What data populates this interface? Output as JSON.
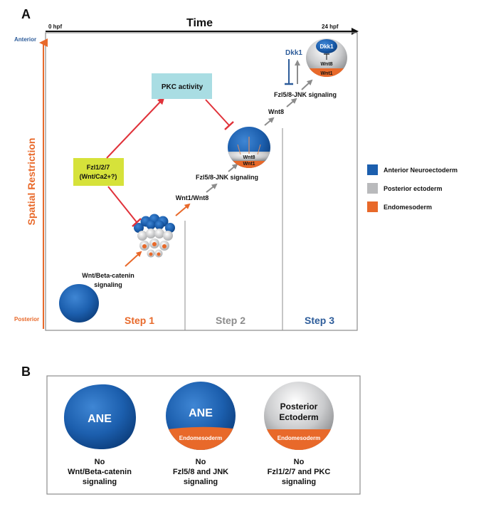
{
  "panel_a": {
    "panel_label": "A",
    "time_title": "Time",
    "time_start": "0 hpf",
    "time_end": "24 hpf",
    "axis_anterior": "Anterior",
    "axis_title": "Spatial Restriction",
    "axis_posterior": "Posterior",
    "step1": "Step 1",
    "step2": "Step 2",
    "step3": "Step 3",
    "fzl127_line1": "Fzl1/2/7",
    "fzl127_line2": "(Wnt/Ca2+?)",
    "pkc_activity": "PKC activity",
    "wnt_beta_line1": "Wnt/Beta-catenin",
    "wnt_beta_line2": "signaling",
    "wnt1_wnt8": "Wnt1/Wnt8",
    "fzl58_jnk_step2": "Fzl5/8-JNK signaling",
    "wnt8_step2_label1": "Wnt8",
    "wnt8_step2_label2": "Wnt1",
    "wnt8_between": "Wnt8",
    "fzl58_jnk_step3": "Fzl5/8-JNK signaling",
    "dkk1_left": "Dkk1",
    "dkk1_embryo": "Dkk1",
    "wnt8_embryo3": "Wnt8",
    "wnt1_embryo3": "Wnt1"
  },
  "legend": {
    "items": [
      {
        "label": "Anterior Neuroectoderm",
        "color": "#1c5fae"
      },
      {
        "label": "Posterior ectoderm",
        "color": "#b9babc"
      },
      {
        "label": "Endomesoderm",
        "color": "#e8692a"
      }
    ]
  },
  "panel_b": {
    "panel_label": "B",
    "embryo1_label": "ANE",
    "embryo1_line1": "No",
    "embryo1_line2": "Wnt/Beta-catenin",
    "embryo1_line3": "signaling",
    "embryo2_label": "ANE",
    "embryo2_endo": "Endomesoderm",
    "embryo2_line1": "No",
    "embryo2_line2": "Fzl5/8 and JNK",
    "embryo2_line3": "signaling",
    "embryo3_label1": "Posterior",
    "embryo3_label2": "Ectoderm",
    "embryo3_endo": "Endomesoderm",
    "embryo3_line1": "No",
    "embryo3_line2": "Fzl1/2/7 and PKC",
    "embryo3_line3": "signaling"
  },
  "colors": {
    "blue": "#1c5fae",
    "gray": "#b9babc",
    "orange": "#e8692a",
    "red_arrow": "#e0323a",
    "gray_arrow": "#8c8c8c",
    "pkc_box": "#a9dde3",
    "fzl_box": "#d6e23a",
    "step1_text": "#e8692a",
    "step2_text": "#8c8c8c",
    "step3_text": "#2d5c9a"
  }
}
